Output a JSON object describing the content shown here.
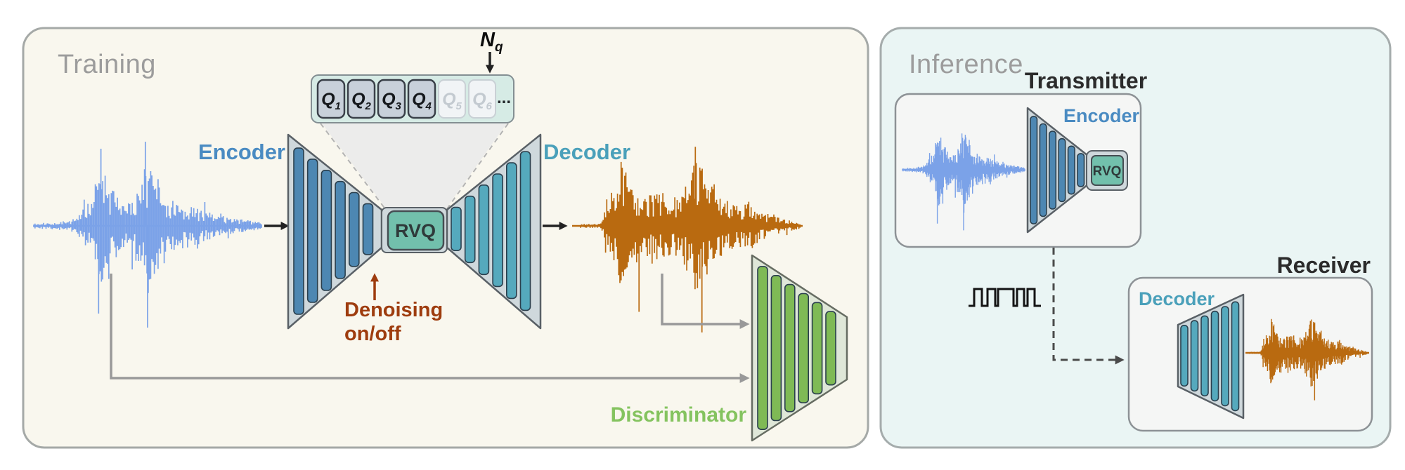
{
  "colors": {
    "training_bg": "#f9f7ee",
    "inference_bg": "#eaf5f4",
    "panel_border": "#a5a9a7",
    "waveform_blue": "#7ba2e8",
    "waveform_orange": "#b96a10",
    "encoder_bar": "#4d87b2",
    "decoder_bar": "#55a9bd",
    "discriminator_bar": "#7fba55",
    "trapezoid_body": "#cfd8dc",
    "rvq_fill": "#72c0ac",
    "title_gray": "#9c9c9c",
    "encoder_label_blue": "#4a8bc2",
    "decoder_label_teal": "#4aa0ba",
    "denoising_rust": "#9e3c0e",
    "discriminator_green": "#84c35f",
    "connector_gray": "#999999"
  },
  "training": {
    "title": "Training",
    "encoder_label": "Encoder",
    "decoder_label": "Decoder",
    "rvq_label": "RVQ",
    "denoising_line1": "Denoising",
    "denoising_line2": "on/off",
    "discriminator_label": "Discriminator",
    "nq": {
      "base": "N",
      "sub": "q"
    },
    "quantizers": [
      {
        "base": "Q",
        "sub": "1",
        "state": "active"
      },
      {
        "base": "Q",
        "sub": "2",
        "state": "active"
      },
      {
        "base": "Q",
        "sub": "3",
        "state": "active"
      },
      {
        "base": "Q",
        "sub": "4",
        "state": "active"
      },
      {
        "base": "Q",
        "sub": "5",
        "state": "inactive"
      },
      {
        "base": "Q",
        "sub": "6",
        "state": "inactive"
      }
    ],
    "ellipsis": "..."
  },
  "inference": {
    "title": "Inference",
    "transmitter_label": "Transmitter",
    "receiver_label": "Receiver",
    "encoder_label": "Encoder",
    "decoder_label": "Decoder",
    "rvq_label": "RVQ"
  }
}
